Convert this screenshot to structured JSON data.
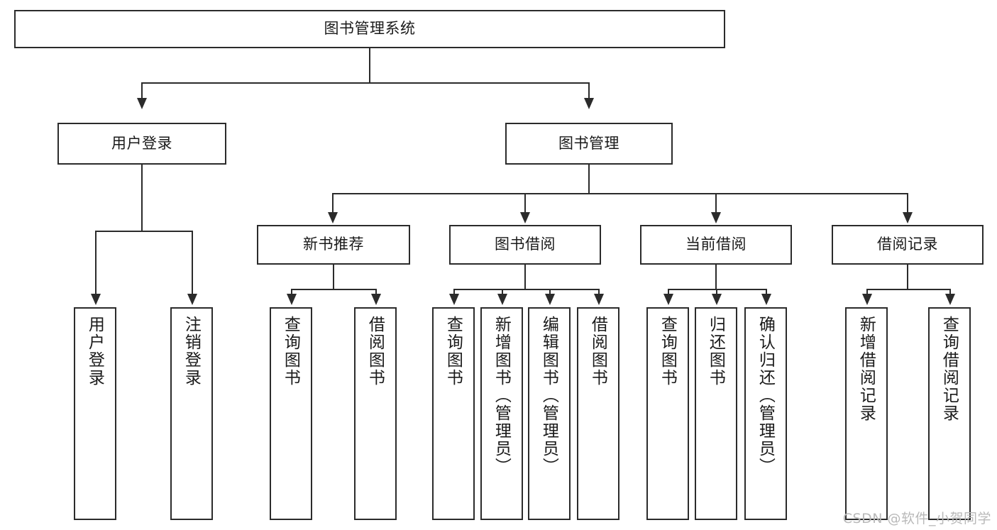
{
  "diagram": {
    "type": "tree",
    "title": "图书管理系统",
    "root": {
      "id": "root",
      "label": "图书管理系统"
    },
    "level1": [
      {
        "id": "user-login",
        "label": "用户登录"
      },
      {
        "id": "book-manage",
        "label": "图书管理"
      }
    ],
    "level2": [
      {
        "id": "new-book-rec",
        "label": "新书推荐",
        "parent": "book-manage"
      },
      {
        "id": "book-borrow",
        "label": "图书借阅",
        "parent": "book-manage"
      },
      {
        "id": "current-borrow",
        "label": "当前借阅",
        "parent": "book-manage"
      },
      {
        "id": "borrow-record",
        "label": "借阅记录",
        "parent": "book-manage"
      }
    ],
    "leaves": {
      "user-login": [
        {
          "id": "leaf-user-login",
          "label": "用户登录"
        },
        {
          "id": "leaf-user-logout",
          "label": "注销登录"
        }
      ],
      "new-book-rec": [
        {
          "id": "leaf-query-book-1",
          "label": "查询图书"
        },
        {
          "id": "leaf-borrow-book-1",
          "label": "借阅图书"
        }
      ],
      "book-borrow": [
        {
          "id": "leaf-query-book-2",
          "label": "查询图书"
        },
        {
          "id": "leaf-add-book",
          "label": "新增图书（管理员）"
        },
        {
          "id": "leaf-edit-book",
          "label": "编辑图书（管理员）"
        },
        {
          "id": "leaf-borrow-book-2",
          "label": "借阅图书"
        }
      ],
      "current-borrow": [
        {
          "id": "leaf-query-book-3",
          "label": "查询图书"
        },
        {
          "id": "leaf-return-book",
          "label": "归还图书"
        },
        {
          "id": "leaf-confirm-return",
          "label": "确认归还（管理员）"
        }
      ],
      "borrow-record": [
        {
          "id": "leaf-add-record",
          "label": "新增借阅记录"
        },
        {
          "id": "leaf-query-record",
          "label": "查询借阅记录"
        }
      ]
    }
  },
  "watermark": {
    "text": "CSDN @软件_小贺同学"
  },
  "colors": {
    "stroke": "#2b2b2b",
    "fill": "#ffffff",
    "text": "#1a1a1a",
    "watermark": "#b9b9b9"
  }
}
